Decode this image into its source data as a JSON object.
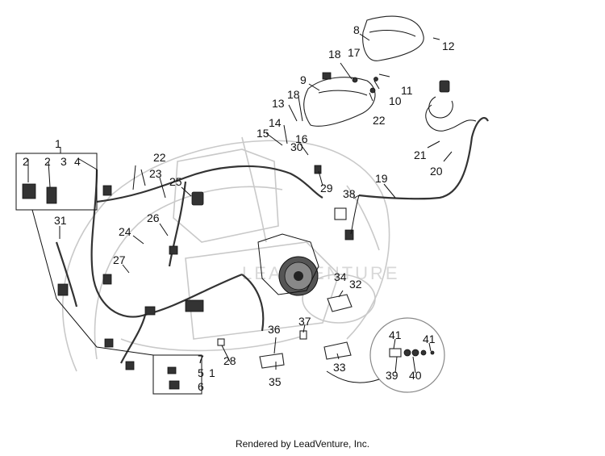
{
  "diagram": {
    "watermark": "LEADVENTURE",
    "credit": "Rendered by LeadVenture, Inc.",
    "callouts": {
      "c1_top": "1",
      "c2a": "2",
      "c2b": "2",
      "c3": "3",
      "c4": "4",
      "c5": "5",
      "c6": "6",
      "c7": "7",
      "c1_bottom": "1",
      "c8": "8",
      "c9": "9",
      "c10": "10",
      "c11": "11",
      "c12": "12",
      "c13": "13",
      "c14": "14",
      "c15": "15",
      "c16": "16",
      "c17": "17",
      "c18a": "18",
      "c18b": "18",
      "c19": "19",
      "c20": "20",
      "c21": "21",
      "c22a": "22",
      "c22b": "22",
      "c23": "23",
      "c24": "24",
      "c25": "25",
      "c26": "26",
      "c27": "27",
      "c28": "28",
      "c29": "29",
      "c30": "30",
      "c31": "31",
      "c32": "32",
      "c33": "33",
      "c34": "34",
      "c35": "35",
      "c36": "36",
      "c37": "37",
      "c38": "38",
      "c39": "39",
      "c40": "40",
      "c41a": "41",
      "c41b": "41"
    }
  }
}
